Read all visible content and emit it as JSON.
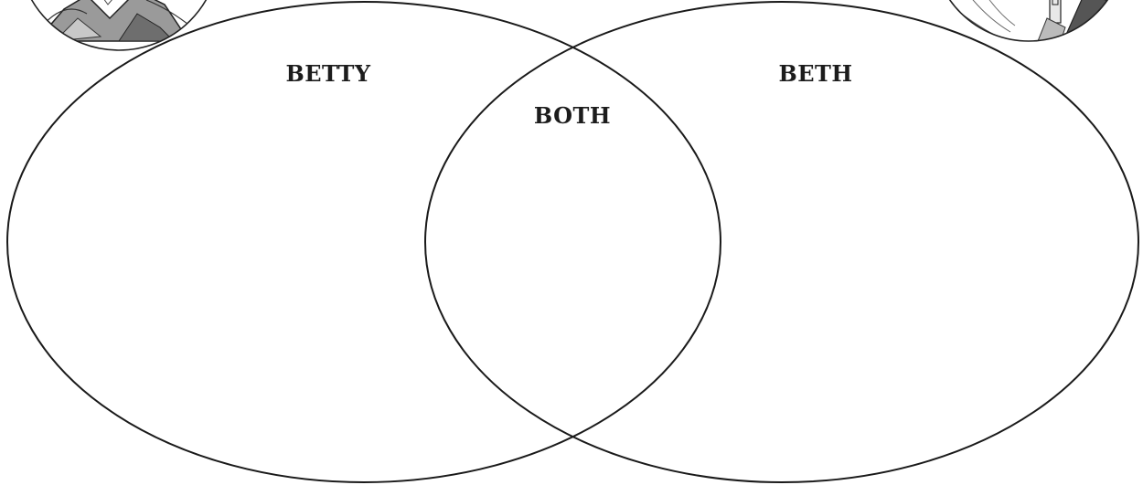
{
  "venn": {
    "left_label": "BETTY",
    "right_label": "BETH",
    "overlap_label": "BOTH"
  },
  "portraits": {
    "left": "character-portrait-illustration",
    "right": "character-portrait-illustration"
  },
  "colors": {
    "stroke": "#1a1a1a",
    "label": "#1c1c1c",
    "portrait_fill": "#d9d9d9",
    "portrait_shade": "#8f8f8f"
  }
}
